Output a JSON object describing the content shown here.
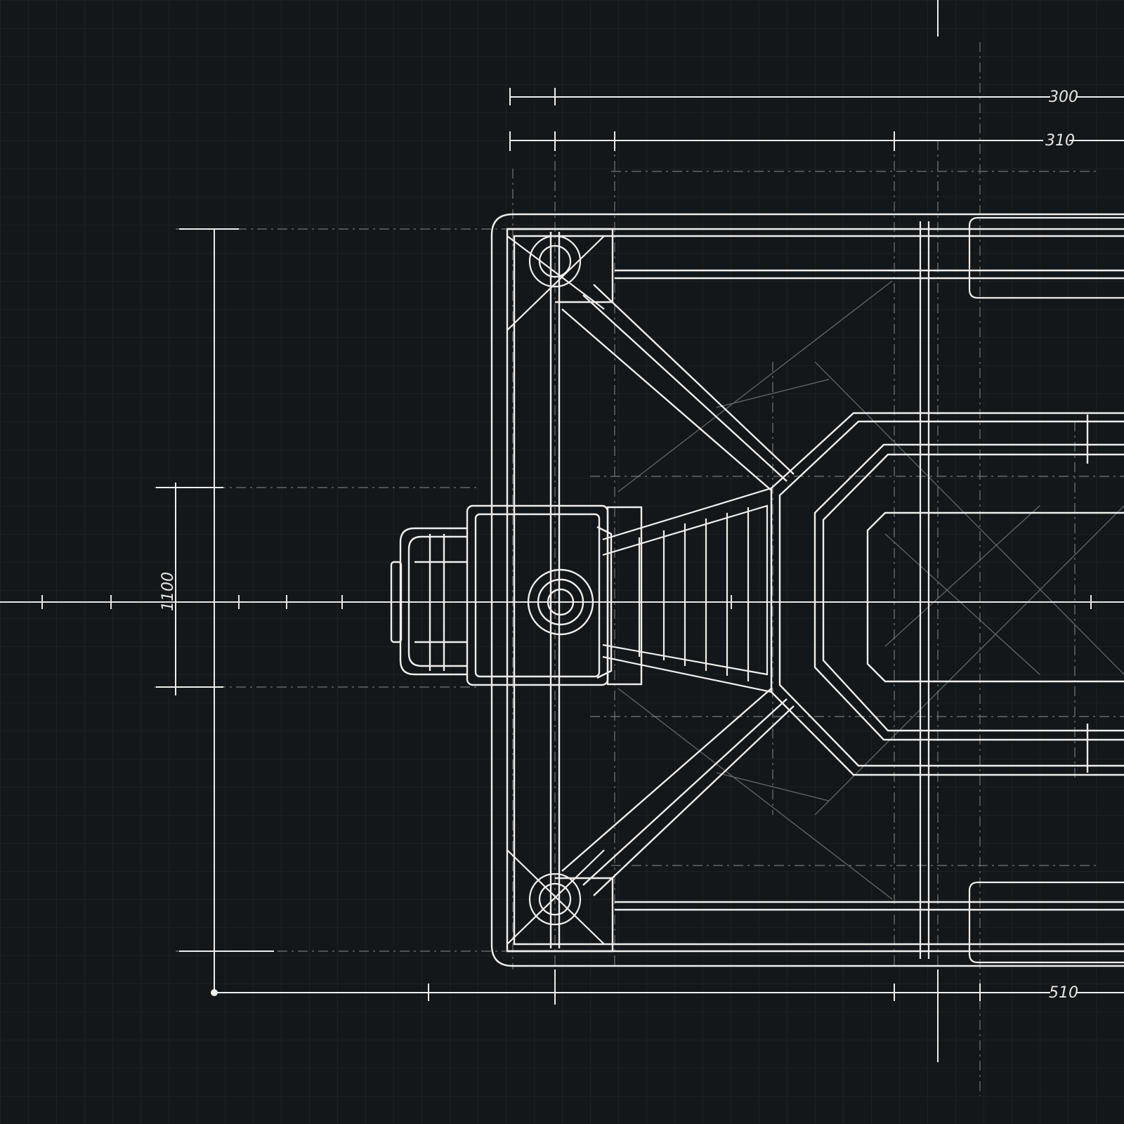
{
  "colors": {
    "background": "#141719",
    "grid": "#1f2427",
    "line": "#eeeeee",
    "faint_line": "#8a8f92"
  },
  "dimensions": {
    "top_1": "300",
    "top_2": "310",
    "left_vertical": "1100",
    "bottom": "510"
  }
}
